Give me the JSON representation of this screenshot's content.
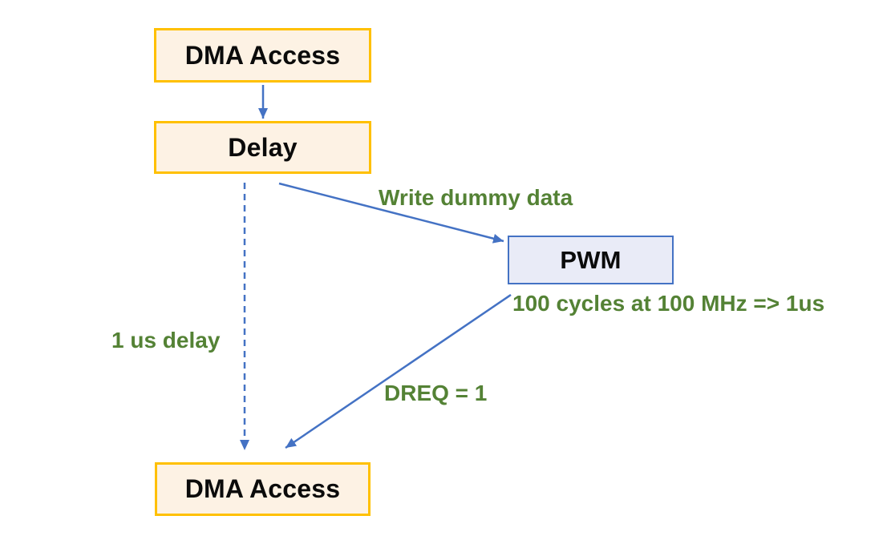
{
  "diagram": {
    "title": "DMA / PWM delay flow diagram",
    "nodes": [
      {
        "id": "dma-top",
        "label": "DMA Access",
        "shape": "rect",
        "color_role": "yellow"
      },
      {
        "id": "delay",
        "label": "Delay",
        "shape": "rect",
        "color_role": "yellow"
      },
      {
        "id": "pwm",
        "label": "PWM",
        "shape": "rect",
        "color_role": "blue"
      },
      {
        "id": "dma-bottom",
        "label": "DMA Access",
        "shape": "rect",
        "color_role": "yellow"
      }
    ],
    "edges": [
      {
        "from": "dma-top",
        "to": "delay",
        "style": "solid",
        "label": ""
      },
      {
        "from": "delay",
        "to": "pwm",
        "style": "solid",
        "label": "Write dummy data"
      },
      {
        "from": "delay",
        "to": "dma-bottom",
        "style": "dashed",
        "label": "1 us delay"
      },
      {
        "from": "pwm",
        "to": "dma-bottom",
        "style": "solid",
        "label": "DREQ = 1"
      }
    ],
    "annotations": [
      {
        "text": "100 cycles at 100 MHz => 1us",
        "attached_to": "pwm"
      }
    ],
    "colors": {
      "background": "#FFFFFF",
      "box_yellow_border": "#FFC000",
      "box_yellow_fill": "#FDF2E4",
      "box_blue_border": "#4472C4",
      "box_blue_fill": "#E9EBF7",
      "arrow": "#4472C4",
      "label_green": "#548235",
      "node_text": "#0B0B0B"
    }
  }
}
